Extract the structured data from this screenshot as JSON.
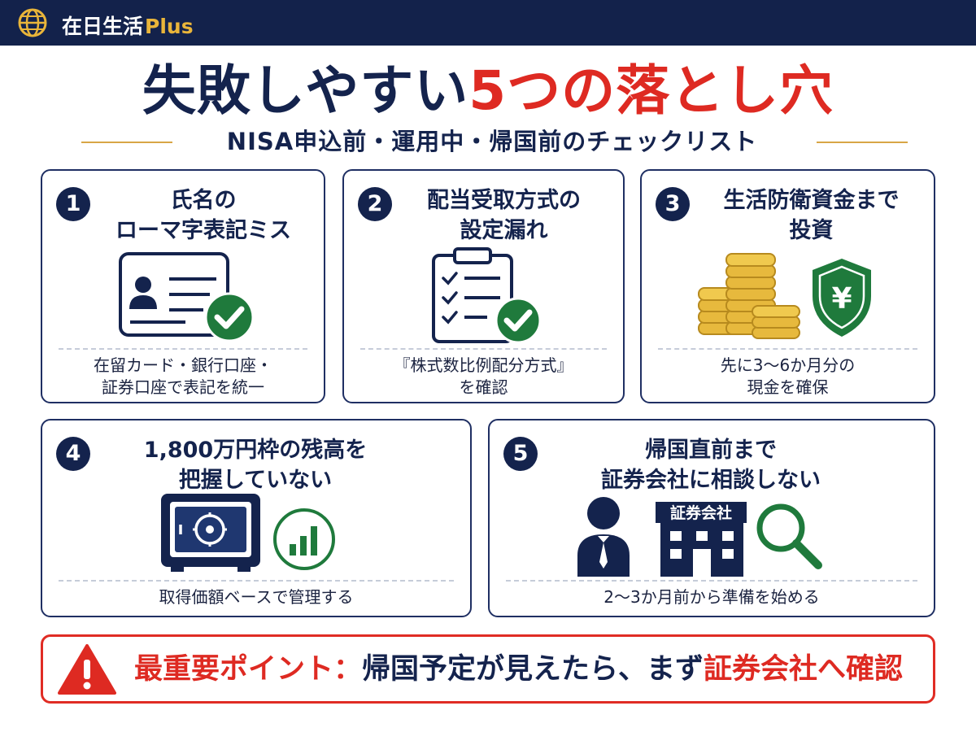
{
  "header": {
    "brand_main": "在日生活",
    "brand_accent": "Plus",
    "logo_icon": "globe-icon"
  },
  "title": {
    "part1": "失敗しやすい",
    "highlight": "5つの落とし穴"
  },
  "subtitle": "NISA申込前・運用中・帰国前のチェックリスト",
  "cards": [
    {
      "number": "1",
      "title_lines": [
        "氏名の",
        "ローマ字表記ミス"
      ],
      "icon": "id-card-check-icon",
      "note_lines": [
        "在留カード・銀行口座・",
        "証券口座で表記を統一"
      ]
    },
    {
      "number": "2",
      "title_lines": [
        "配当受取方式の",
        "設定漏れ"
      ],
      "icon": "clipboard-checklist-icon",
      "note_lines": [
        "『株式数比例配分方式』",
        "を確認"
      ]
    },
    {
      "number": "3",
      "title_lines": [
        "生活防衛資金まで",
        "投資"
      ],
      "icon": "coins-yen-shield-icon",
      "note_lines": [
        "先に3～6か月分の",
        "現金を確保"
      ]
    },
    {
      "number": "4",
      "title_lines": [
        "1,800万円枠の残高を",
        "把握していない"
      ],
      "icon": "safe-growth-chart-icon",
      "note_lines": [
        "取得価額ベースで管理する"
      ]
    },
    {
      "number": "5",
      "title_lines": [
        "帰国直前まで",
        "証券会社に相談しない"
      ],
      "icon": "businessman-building-magnifier-icon",
      "building_label": "証券会社",
      "note_lines": [
        "2～3か月前から準備を始める"
      ]
    }
  ],
  "key_point": {
    "label": "最重要ポイント：",
    "text": "帰国予定が見えたら、まず",
    "highlight": "証券会社へ確認"
  },
  "colors": {
    "navy": "#14234d",
    "red": "#de2a22",
    "gold": "#e9b53a",
    "green": "#1f7a3c"
  }
}
